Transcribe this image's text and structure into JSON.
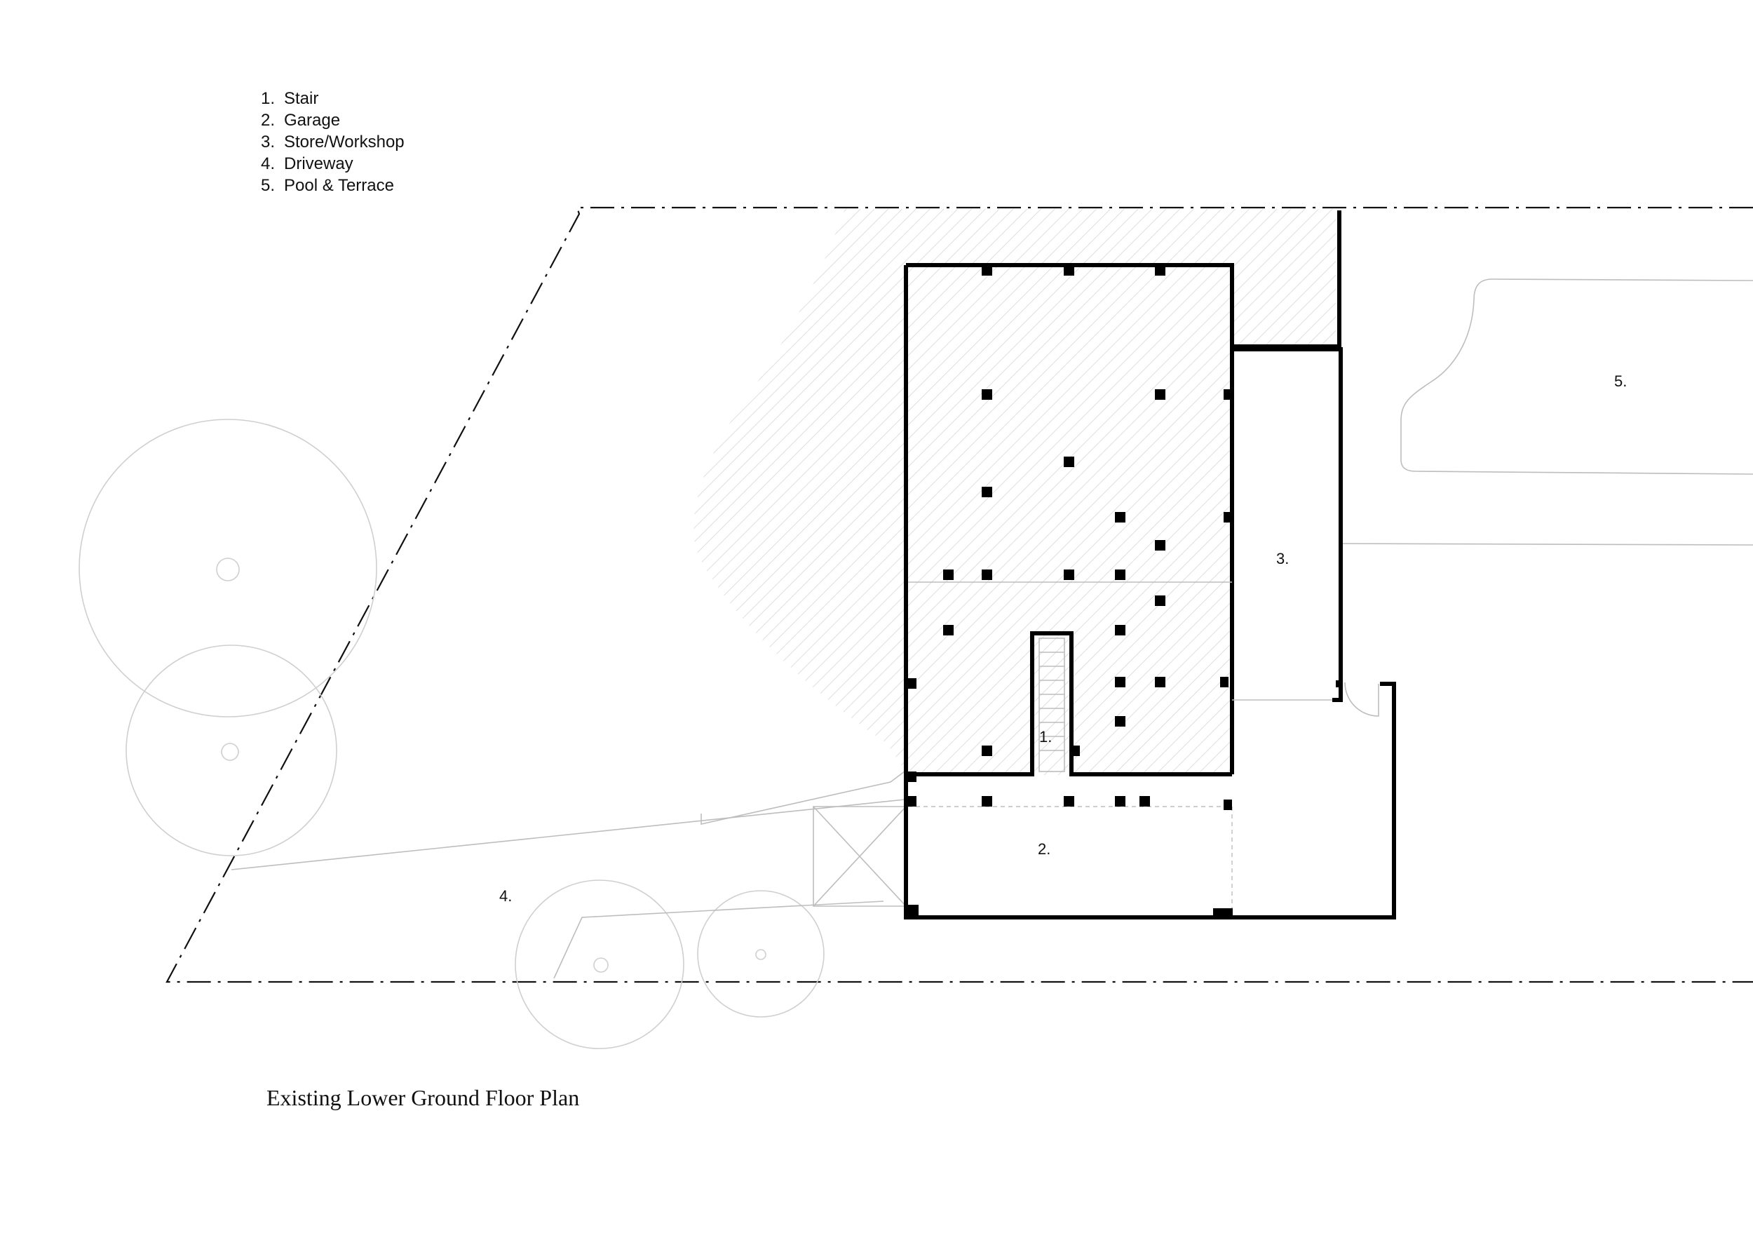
{
  "legend": {
    "items": [
      {
        "num": "1.",
        "label": "Stair"
      },
      {
        "num": "2.",
        "label": "Garage"
      },
      {
        "num": "3.",
        "label": "Store/Workshop"
      },
      {
        "num": "4.",
        "label": "Driveway"
      },
      {
        "num": "5.",
        "label": "Pool & Terrace"
      }
    ]
  },
  "room_labels": {
    "stair": "1.",
    "garage": "2.",
    "store": "3.",
    "driveway": "4.",
    "pool": "5."
  },
  "caption": "Existing Lower Ground Floor Plan",
  "colors": {
    "wall": "#000000",
    "hatch": "#cfcfcf",
    "site_lines": "#bdbdbd",
    "text": "#111111"
  }
}
